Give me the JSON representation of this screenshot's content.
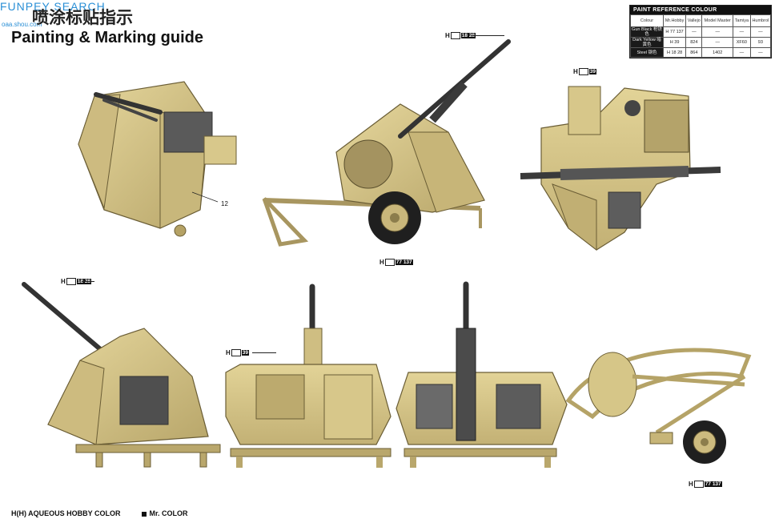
{
  "watermark": {
    "text": "FUNPEY SEARCH",
    "url": "oaa.shou.com"
  },
  "header": {
    "title_cn": "喷涂标贴指示",
    "title": "Painting & Marking guide"
  },
  "paint_reference": {
    "heading": "PAINT REFERENCE COLOUR",
    "columns": [
      "Colour",
      "Mr.Hobby",
      "Vallejo",
      "Model Master",
      "Tamiya",
      "Humbrol"
    ],
    "rows": [
      {
        "colour": "Gun Black 枪铁色",
        "mrhobby": "H 77 137",
        "vallejo": "—",
        "model_master": "—",
        "tamiya": "—",
        "humbrol": "—"
      },
      {
        "colour": "Dark Yellow 暗黄色",
        "mrhobby": "H 39",
        "vallejo": "824",
        "model_master": "—",
        "tamiya": "XF60",
        "humbrol": "93"
      },
      {
        "colour": "Steel 钢色",
        "mrhobby": "H 18 28",
        "vallejo": "864",
        "model_master": "1402",
        "tamiya": "—",
        "humbrol": "—"
      }
    ]
  },
  "callouts": {
    "c1": {
      "h": "H",
      "num": "18 28"
    },
    "c2": {
      "h": "H",
      "num": "39"
    },
    "c3": {
      "h": "H",
      "num": "77 137"
    },
    "c4": {
      "h": "H",
      "num": "18 28"
    },
    "c5": {
      "h": "H",
      "num": "39"
    },
    "c6": {
      "h": "H",
      "num": "77 137"
    },
    "part_number": "12"
  },
  "legend": {
    "aqueous": "H(H) AQUEOUS HOBBY COLOR",
    "mr_color": "Mr. COLOR"
  },
  "colors": {
    "dark_yellow": "#d9c98a",
    "gun_black": "#2b2b2b",
    "steel": "#6e6e6e",
    "shade": "#b9a76c"
  }
}
